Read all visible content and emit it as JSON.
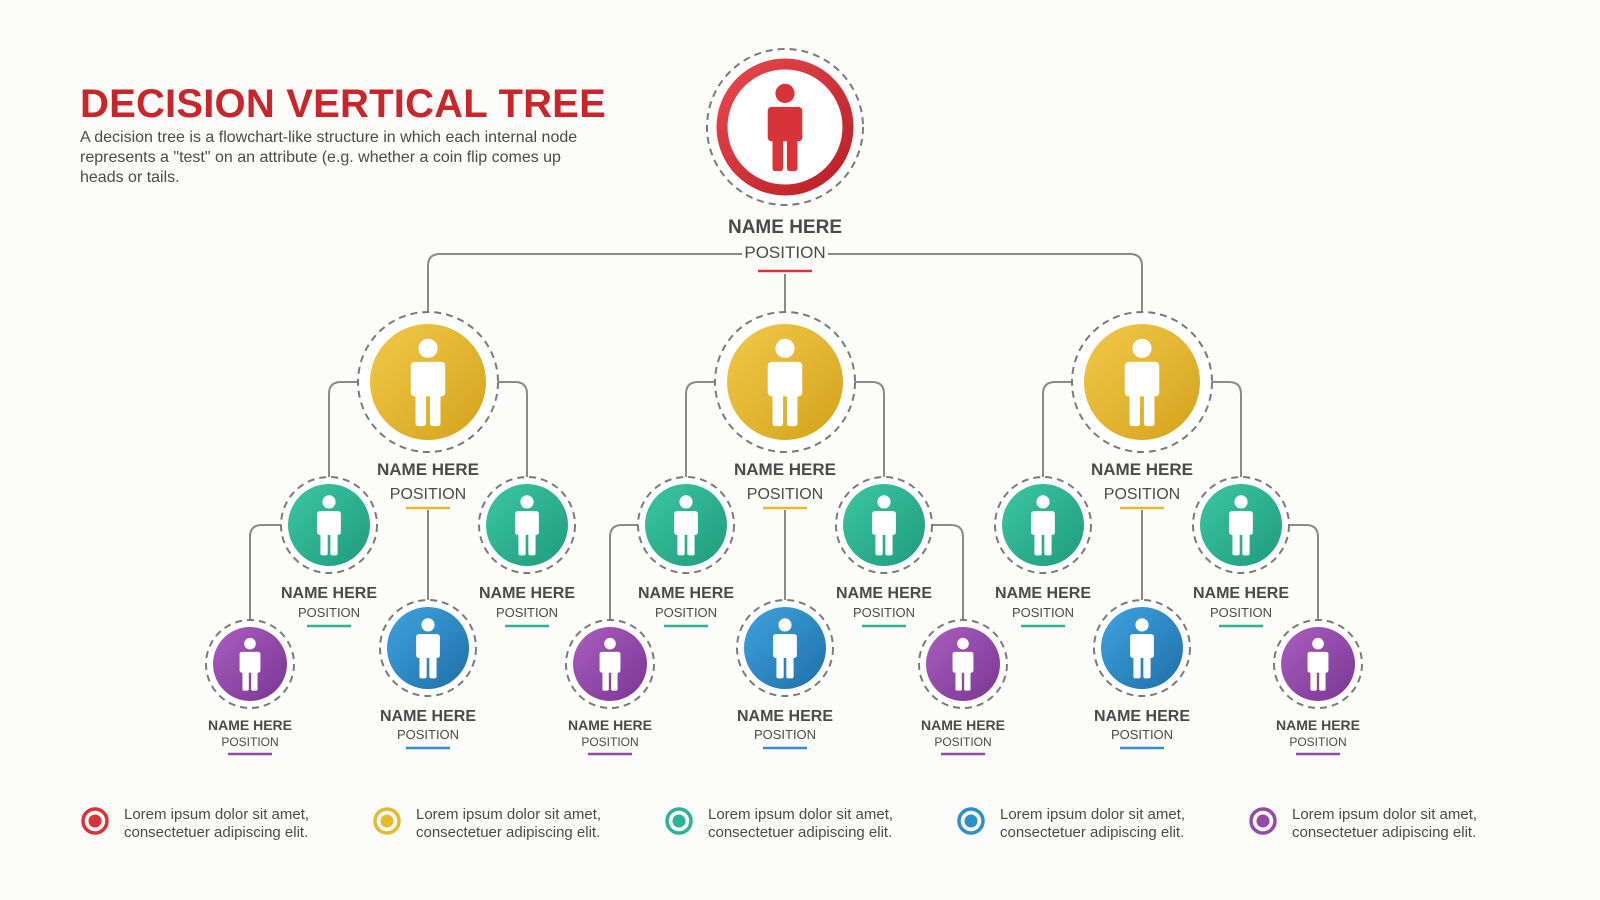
{
  "header": {
    "title": "DECISION VERTICAL TREE",
    "description": "A decision tree is a flowchart-like structure in which each internal node represents a \"test\" on an attribute (e.g. whether a coin flip comes up heads or tails."
  },
  "colors": {
    "red": "#d9333a",
    "yellow": "#e8b92e",
    "green": "#2db394",
    "blue": "#2e8fcb",
    "purple": "#934aa8",
    "line": "#8a8a8a",
    "dash": "#7a7a7a"
  },
  "nodes": {
    "root": {
      "name": "NAME HERE",
      "position": "POSITION",
      "icon": "person-icon"
    },
    "level1": [
      {
        "name": "NAME HERE",
        "position": "POSITION"
      },
      {
        "name": "NAME HERE",
        "position": "POSITION"
      },
      {
        "name": "NAME HERE",
        "position": "POSITION"
      }
    ],
    "level2": [
      {
        "name": "NAME HERE",
        "position": "POSITION"
      },
      {
        "name": "NAME HERE",
        "position": "POSITION"
      },
      {
        "name": "NAME HERE",
        "position": "POSITION"
      },
      {
        "name": "NAME HERE",
        "position": "POSITION"
      },
      {
        "name": "NAME HERE",
        "position": "POSITION"
      },
      {
        "name": "NAME HERE",
        "position": "POSITION"
      }
    ],
    "level2_center": [
      {
        "name": "NAME HERE",
        "position": "POSITION"
      },
      {
        "name": "NAME HERE",
        "position": "POSITION"
      },
      {
        "name": "NAME HERE",
        "position": "POSITION"
      }
    ],
    "level3": [
      {
        "name": "NAME HERE",
        "position": "POSITION"
      },
      {
        "name": "NAME HERE",
        "position": "POSITION"
      },
      {
        "name": "NAME HERE",
        "position": "POSITION"
      },
      {
        "name": "NAME HERE",
        "position": "POSITION"
      },
      {
        "name": "NAME HERE",
        "position": "POSITION"
      },
      {
        "name": "NAME HERE",
        "position": "POSITION"
      }
    ]
  },
  "legend": [
    {
      "color": "red",
      "text": "Lorem ipsum dolor sit amet, consectetuer adipiscing elit."
    },
    {
      "color": "yellow",
      "text": "Lorem ipsum dolor sit amet, consectetuer adipiscing elit."
    },
    {
      "color": "green",
      "text": "Lorem ipsum dolor sit amet, consectetuer adipiscing elit."
    },
    {
      "color": "blue",
      "text": "Lorem ipsum dolor sit amet, consectetuer adipiscing elit."
    },
    {
      "color": "purple",
      "text": "Lorem ipsum dolor sit amet, consectetuer adipiscing elit."
    }
  ]
}
